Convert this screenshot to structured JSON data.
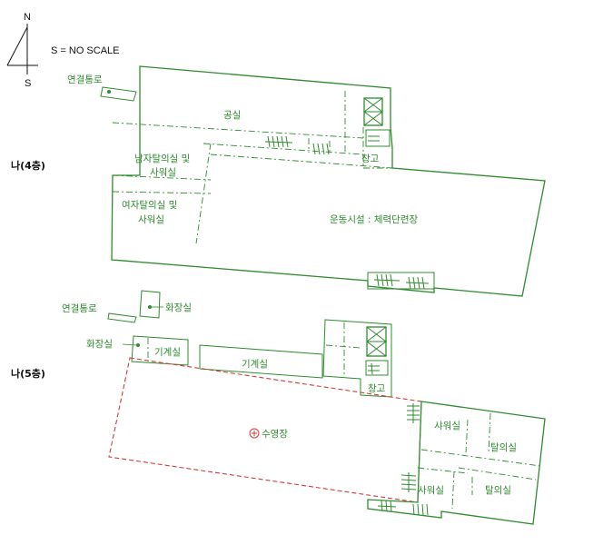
{
  "compass": {
    "north": "N",
    "south": "S",
    "scale_note": "S = NO SCALE"
  },
  "floors": {
    "f4": {
      "label": "나(4층)",
      "rooms": {
        "corridor_link": "연결통로",
        "lounge": "공실",
        "men_changing": "남자탈의실 및",
        "men_shower": "사워실",
        "women_changing": "여자탈의실 및",
        "women_shower": "사워실",
        "storage": "창고",
        "gym": "운동시설 : 체력단련장"
      }
    },
    "f5": {
      "label": "나(5층)",
      "rooms": {
        "corridor_link": "연결통로",
        "restroom_a": "화장실",
        "restroom_b": "화장실",
        "machine_small": "기계실",
        "machine_large": "기계실",
        "storage": "창고",
        "pool": "수영장",
        "shower_top": "샤워실",
        "changing_top": "탈의실",
        "shower_bottom": "사워실",
        "changing_bottom": "탈의실"
      }
    }
  },
  "colors": {
    "walls": "#2e8b2e",
    "highlight": "#d23a3a",
    "text": "#2e8b2e"
  },
  "icons": {
    "compass": "north-arrow-icon",
    "pool_marker": "circled-marker-icon"
  }
}
